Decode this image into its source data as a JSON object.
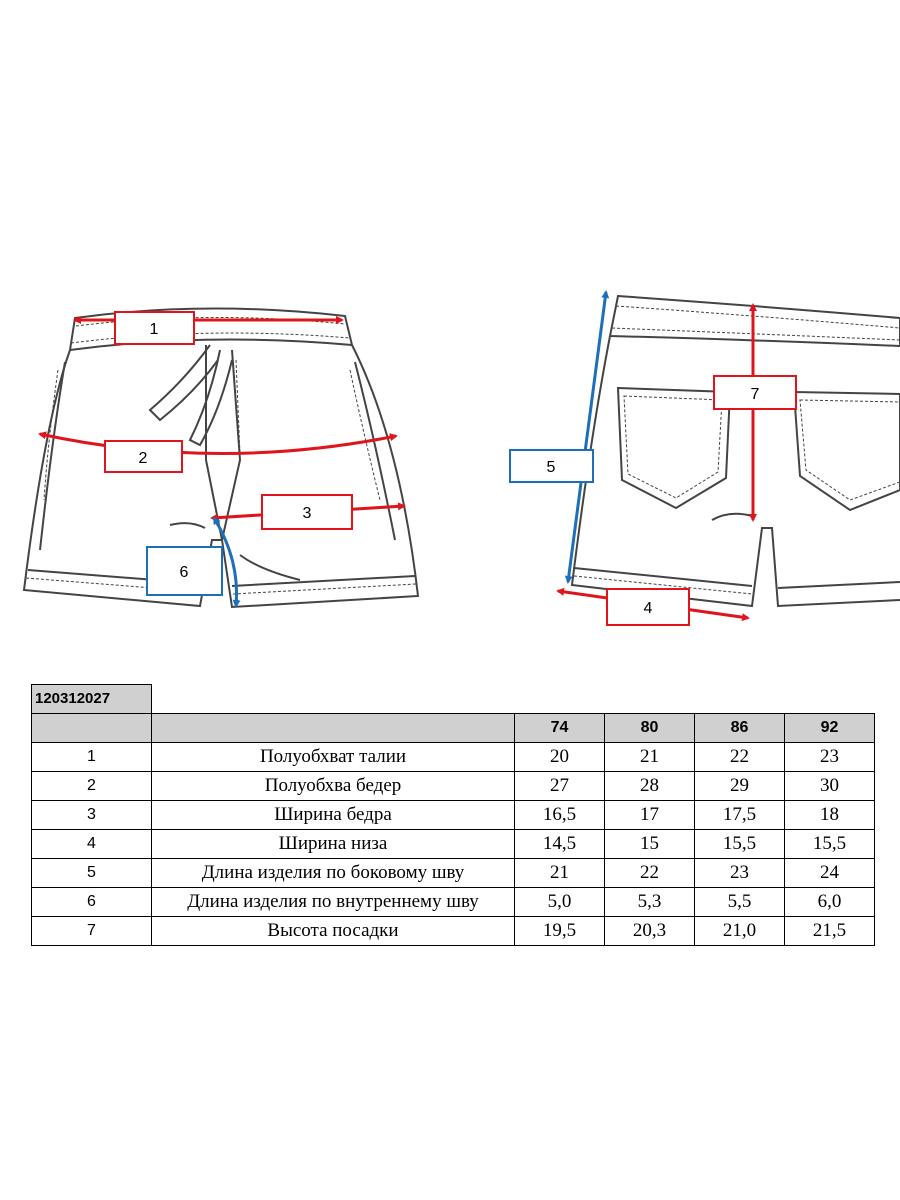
{
  "callouts": [
    {
      "number": "1"
    },
    {
      "number": "2"
    },
    {
      "number": "3"
    },
    {
      "number": "4"
    },
    {
      "number": "5"
    },
    {
      "number": "6"
    },
    {
      "number": "7"
    }
  ],
  "colors": {
    "measure_red": "#e0141b",
    "measure_blue": "#1f6fb8",
    "sketch": "#444444",
    "header_gray": "#d0d0d0"
  },
  "table": {
    "article_code": "120312027",
    "sizes": [
      "74",
      "80",
      "86",
      "92"
    ],
    "rows": [
      {
        "num": "1",
        "name": "Полуобхват талии",
        "values": [
          "20",
          "21",
          "22",
          "23"
        ]
      },
      {
        "num": "2",
        "name": "Полуобхва бедер",
        "values": [
          "27",
          "28",
          "29",
          "30"
        ]
      },
      {
        "num": "3",
        "name": "Ширина бедра",
        "values": [
          "16,5",
          "17",
          "17,5",
          "18"
        ]
      },
      {
        "num": "4",
        "name": "Ширина низа",
        "values": [
          "14,5",
          "15",
          "15,5",
          "15,5"
        ]
      },
      {
        "num": "5",
        "name": "Длина изделия по боковому шву",
        "values": [
          "21",
          "22",
          "23",
          "24"
        ]
      },
      {
        "num": "6",
        "name": "Длина изделия по внутреннему шву",
        "values": [
          "5,0",
          "5,3",
          "5,5",
          "6,0"
        ]
      },
      {
        "num": "7",
        "name": "Высота посадки",
        "values": [
          "19,5",
          "20,3",
          "21,0",
          "21,5"
        ]
      }
    ]
  }
}
